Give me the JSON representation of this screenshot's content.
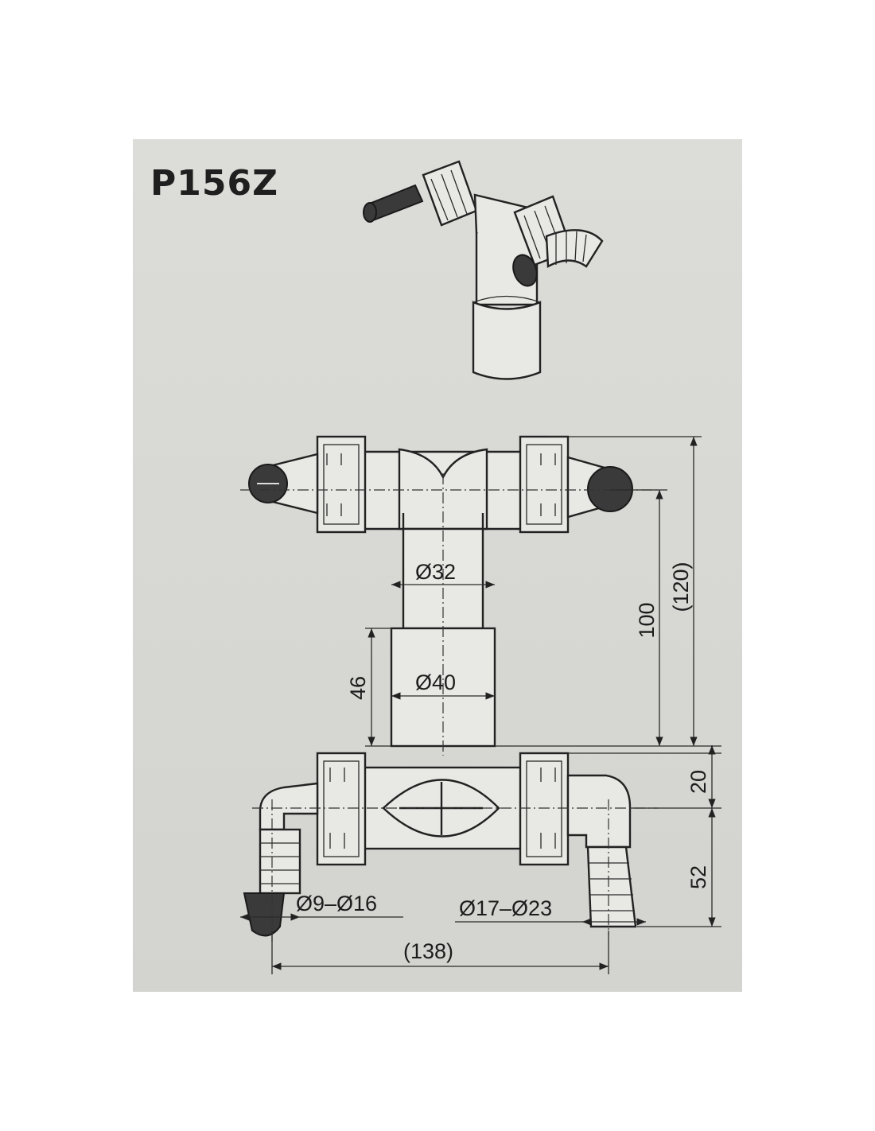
{
  "title": "P156Z",
  "dimensions": {
    "d32": "Ø32",
    "d40": "Ø40",
    "h46": "46",
    "h100": "100",
    "h120": "(120)",
    "h20": "20",
    "h52": "52",
    "hose_small": "Ø9–Ø16",
    "hose_large": "Ø17–Ø23",
    "width138": "(138)"
  }
}
